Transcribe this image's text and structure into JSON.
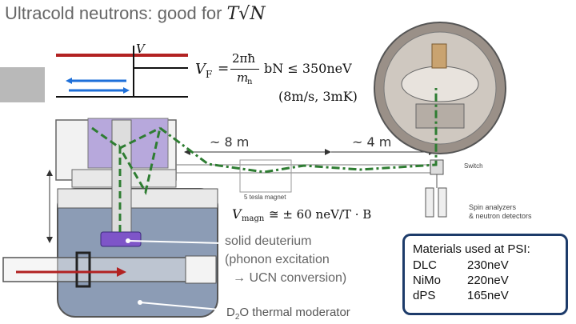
{
  "title": {
    "text": "Ultracold neutrons: good for",
    "math": "T√N"
  },
  "potential": {
    "v_label": "V"
  },
  "formula": {
    "vf": "V",
    "vf_sub": "F",
    "eq": "=",
    "num": "2πħ",
    "den": "m",
    "den_sub": "n",
    "rest": "bN ≤ 350neV",
    "paren": "(8m/s, 3mK)"
  },
  "distances": {
    "left": "~ 8 m",
    "right": "~ 4 m"
  },
  "apparatus": {
    "switch": "Switch",
    "magnet": "5 tesla magnet",
    "spin_line1": "Spin analyzers",
    "spin_line2": "& neutron detectors",
    "vmagn": "V",
    "vmagn_sub": "magn",
    "vmagn_rest": "≅ ± 60 neV/T · B"
  },
  "solid_note": {
    "line1": "solid deuterium",
    "line2": "(phonon excitation",
    "line3": "→ UCN conversion)"
  },
  "moderator": {
    "pre": "D",
    "sub": "2",
    "post": "O thermal moderator"
  },
  "materials": {
    "header": "Materials used at PSI:",
    "rows": [
      {
        "name": "DLC",
        "value": "230neV"
      },
      {
        "name": "NiMo",
        "value": "220neV"
      },
      {
        "name": "dPS",
        "value": "165neV"
      }
    ]
  },
  "colors": {
    "guide": "#2e7d32",
    "box_border": "#1d3b6a",
    "red_line": "#b22222",
    "blue_arrow": "#1e6fd9",
    "tank_fill": "#7d8ea8",
    "purple": "#8b78c8"
  }
}
